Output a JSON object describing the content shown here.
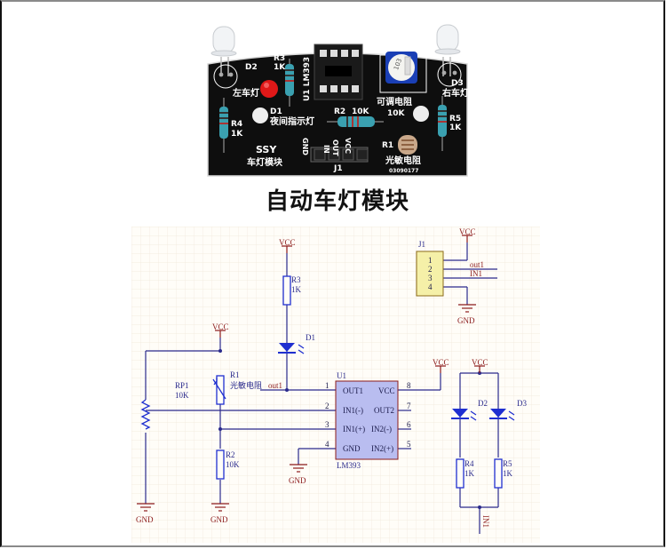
{
  "pcb": {
    "labels": {
      "d2": "D2",
      "left_lamp": "左车灯",
      "r3": "R3",
      "r3_val": "1K",
      "u1": "U1 LM393",
      "d1": "D1",
      "night_indicator": "夜间指示灯",
      "r4": "R4",
      "r4_val": "1K",
      "r2": "R2",
      "r2_val": "10K",
      "pot": "可调电阻",
      "pot_val": "10K",
      "pot_code": "103",
      "d3": "D3",
      "right_lamp": "右车灯",
      "r5": "R5",
      "r5_val": "1K",
      "brand": "SSY",
      "module": "车灯模块",
      "pins": [
        "GND",
        "IN",
        "OUT",
        "VCC"
      ],
      "j1": "J1",
      "r1": "R1",
      "photoresistor": "光敏电阻",
      "serial": "03090177"
    },
    "colors": {
      "board": "#0d0d0d",
      "silk": "#ffffff",
      "pot": "#1a3fb5",
      "led_red": "#e01818"
    }
  },
  "title": "自动车灯模块",
  "schematic": {
    "colors": {
      "wire": "#2a2a8c",
      "power": "#8b1a1a",
      "part": "#1f2fd0",
      "ic_fill": "#b9bdf0",
      "j1_fill": "#f5f0a8",
      "grid": "#eee6d8",
      "bg": "#fffdf8"
    },
    "vcc": "VCC",
    "gnd": "GND",
    "j1": {
      "ref": "J1",
      "pins": [
        "1",
        "2",
        "3",
        "4"
      ],
      "net2": "out1",
      "net3": "IN1"
    },
    "r3": {
      "ref": "R3",
      "value": "1K"
    },
    "d1": {
      "ref": "D1"
    },
    "rp1": {
      "ref": "RP1",
      "value": "10K"
    },
    "r1": {
      "ref": "R1",
      "value": "光敏电阻"
    },
    "r2": {
      "ref": "R2",
      "value": "10K"
    },
    "net_out1": "out1",
    "u1": {
      "ref": "U1",
      "part": "LM393",
      "left_pins": [
        {
          "num": "1",
          "name": "OUT1"
        },
        {
          "num": "2",
          "name": "IN1(-)"
        },
        {
          "num": "3",
          "name": "IN1(+)"
        },
        {
          "num": "4",
          "name": "GND"
        }
      ],
      "right_pins": [
        {
          "num": "8",
          "name": "VCC"
        },
        {
          "num": "7",
          "name": "OUT2"
        },
        {
          "num": "6",
          "name": "IN2(-)"
        },
        {
          "num": "5",
          "name": "IN2(+)"
        }
      ]
    },
    "d2": {
      "ref": "D2"
    },
    "d3": {
      "ref": "D3"
    },
    "r4": {
      "ref": "R4",
      "value": "1K"
    },
    "r5": {
      "ref": "R5",
      "value": "1K"
    },
    "net_in1": "IN1"
  }
}
